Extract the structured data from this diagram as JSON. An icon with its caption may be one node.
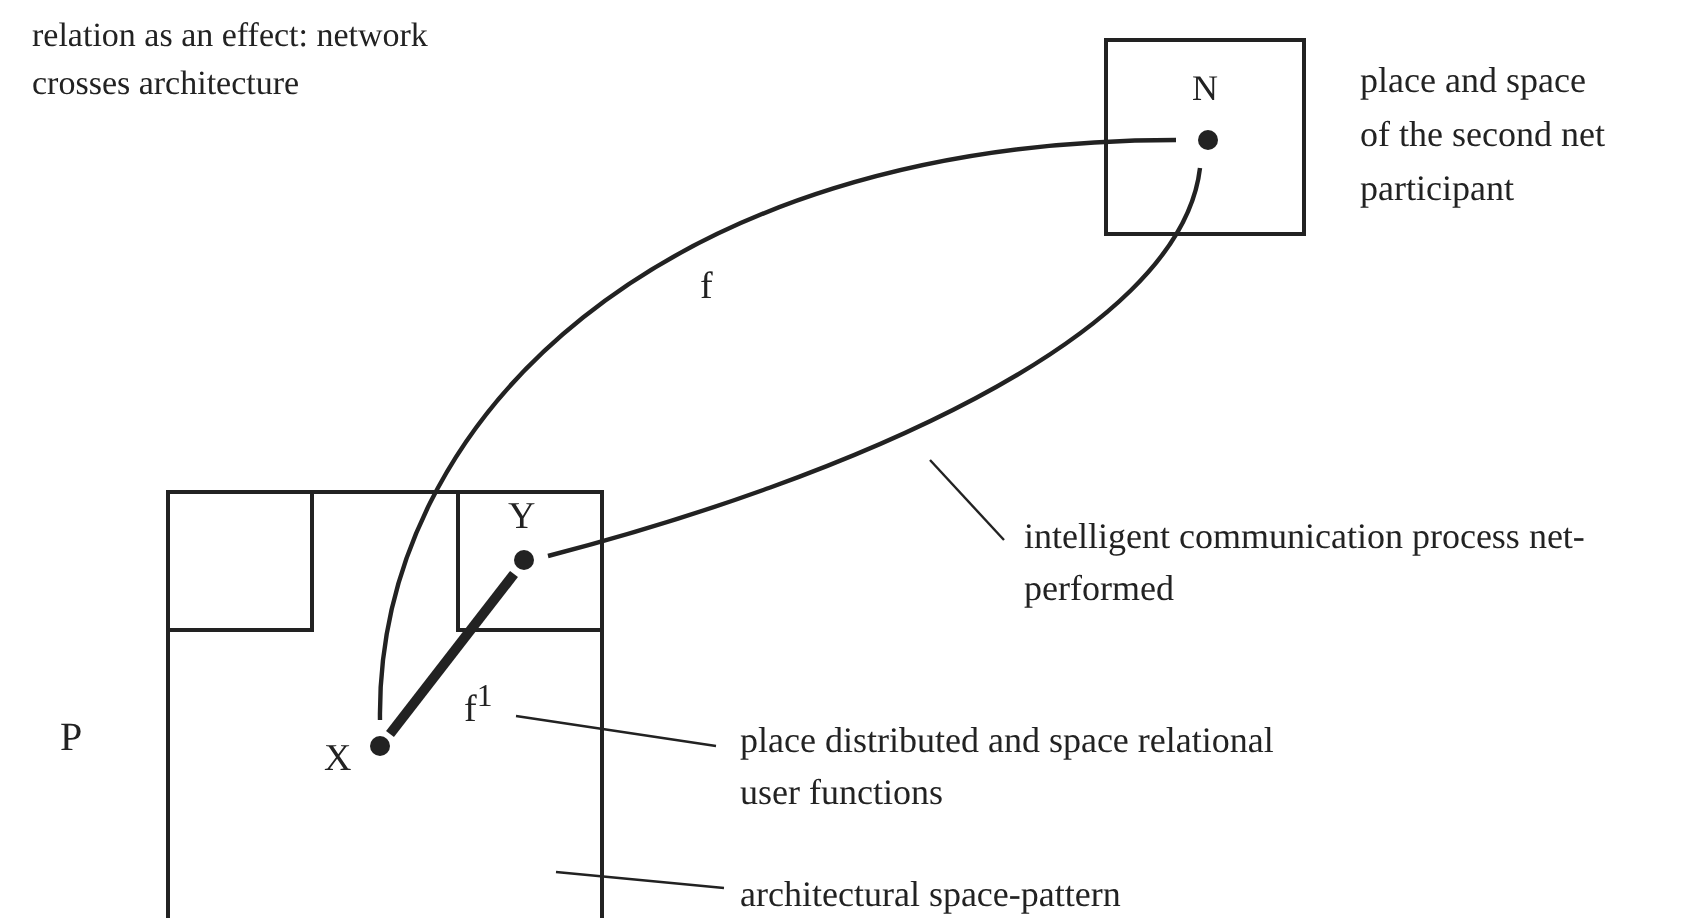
{
  "diagram": {
    "nodes": [
      {
        "text": [
          "N"
        ],
        "beside": [
          "place and space of the second net participant"
        ]
      },
      {
        "text": [
          "P"
        ]
      },
      {
        "text": [],
        "shape": "box",
        "in": 1
      },
      {
        "text": [
          "Y"
        ],
        "in": 1
      },
      {
        "text": [
          "X"
        ],
        "in": 1
      },
      {
        "text": [
          "intelligent communication process net-performed"
        ]
      },
      {
        "text": [
          "place distributed and space relational user functions"
        ]
      },
      {
        "text": [
          "architectural space-pattern"
        ]
      }
    ],
    "edges": [
      {
        "from": 4,
        "to": 0,
        "arrow": "none",
        "label": "f"
      },
      {
        "from": 3,
        "to": 0,
        "arrow": "none"
      },
      {
        "from": 4,
        "to": 3,
        "arrow": "none",
        "label": "f$^{1}$",
        "style": "thick"
      },
      {
        "from": 5,
        "to": null,
        "arrow": "none"
      },
      {
        "from": 6,
        "to": null,
        "arrow": "none"
      },
      {
        "from": 7,
        "to": 1,
        "arrow": "none"
      }
    ],
    "labels": [
      "relation as an effect: network crosses architecture"
    ]
  }
}
